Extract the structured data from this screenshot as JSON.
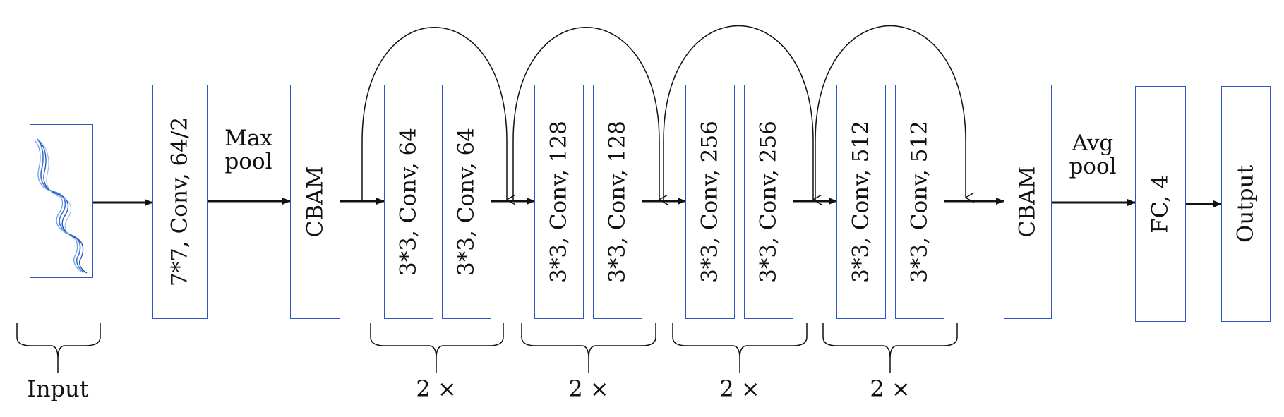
{
  "input": {
    "label": "Input"
  },
  "stem": {
    "conv": "7*7, Conv, 64/2",
    "pool": "Max\npool",
    "attention": "CBAM"
  },
  "stages": [
    {
      "layers": [
        "3*3, Conv, 64",
        "3*3, Conv, 64"
      ],
      "repeat": "2 ×"
    },
    {
      "layers": [
        "3*3, Conv, 128",
        "3*3, Conv, 128"
      ],
      "repeat": "2 ×"
    },
    {
      "layers": [
        "3*3, Conv, 256",
        "3*3, Conv, 256"
      ],
      "repeat": "2 ×"
    },
    {
      "layers": [
        "3*3, Conv, 512",
        "3*3, Conv, 512"
      ],
      "repeat": "2 ×"
    }
  ],
  "head": {
    "attention": "CBAM",
    "pool": "Avg\npool",
    "fc": "FC, 4",
    "output": "Output"
  },
  "colors": {
    "box_border": "#2f56c8",
    "line": "#111111",
    "curve": "#3a6fd8"
  }
}
